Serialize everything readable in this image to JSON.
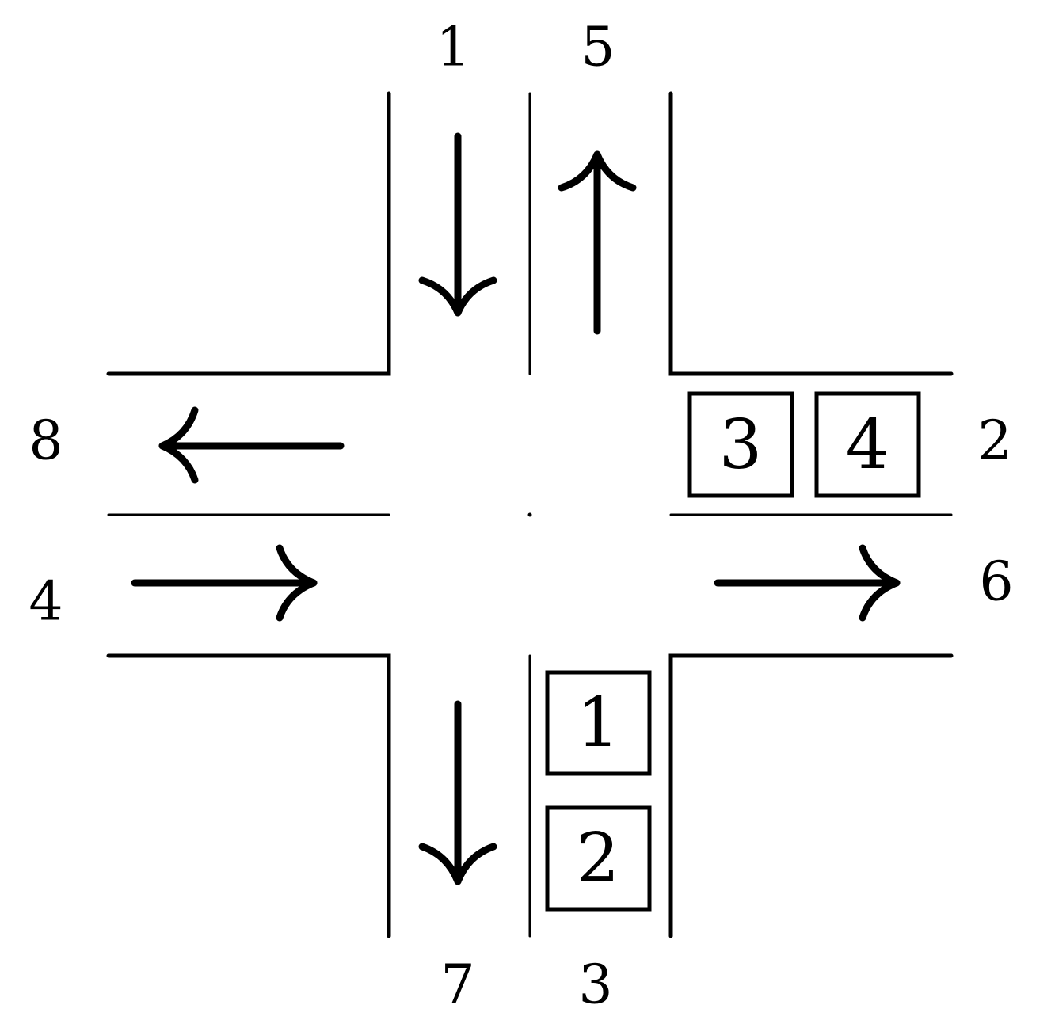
{
  "lane_labels": {
    "north_in": "1",
    "north_out": "5",
    "east_in": "2",
    "east_out": "6",
    "south_in": "3",
    "south_out": "7",
    "west_in": "4",
    "west_out": "8"
  },
  "vehicles": {
    "east_queue_front": "3",
    "east_queue_back": "4",
    "south_queue_front": "1",
    "south_queue_back": "2"
  }
}
